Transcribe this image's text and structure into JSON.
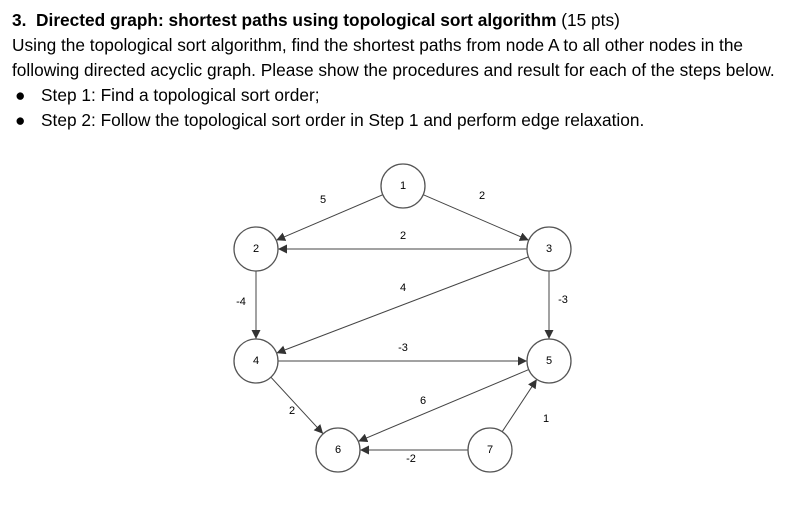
{
  "question": {
    "number": "3.",
    "title": "Directed graph: shortest paths using topological sort algorithm",
    "points": "(15 pts)",
    "description": "Using the topological sort algorithm, find the shortest paths from node A to all other nodes in the following directed acyclic graph. Please show the procedures and result for each of the steps below.",
    "steps": [
      {
        "bullet": "●",
        "text": "Step 1: Find a topological sort order;"
      },
      {
        "bullet": "●",
        "text": "Step 2: Follow the topological sort order in Step 1 and perform edge relaxation."
      }
    ]
  },
  "graph": {
    "nodes": [
      {
        "id": "1",
        "label": "1"
      },
      {
        "id": "2",
        "label": "2"
      },
      {
        "id": "3",
        "label": "3"
      },
      {
        "id": "4",
        "label": "4"
      },
      {
        "id": "5",
        "label": "5"
      },
      {
        "id": "6",
        "label": "6"
      },
      {
        "id": "7",
        "label": "7"
      }
    ],
    "edges": [
      {
        "from": "1",
        "to": "2",
        "weight": "5"
      },
      {
        "from": "1",
        "to": "3",
        "weight": "2"
      },
      {
        "from": "3",
        "to": "2",
        "weight": "2"
      },
      {
        "from": "2",
        "to": "4",
        "weight": "-4"
      },
      {
        "from": "3",
        "to": "5",
        "weight": "-3"
      },
      {
        "from": "3",
        "to": "4",
        "weight": "4"
      },
      {
        "from": "4",
        "to": "5",
        "weight": "-3"
      },
      {
        "from": "4",
        "to": "6",
        "weight": "2"
      },
      {
        "from": "5",
        "to": "6",
        "weight": "6"
      },
      {
        "from": "7",
        "to": "5",
        "weight": "1"
      },
      {
        "from": "7",
        "to": "6",
        "weight": "-2"
      }
    ]
  }
}
